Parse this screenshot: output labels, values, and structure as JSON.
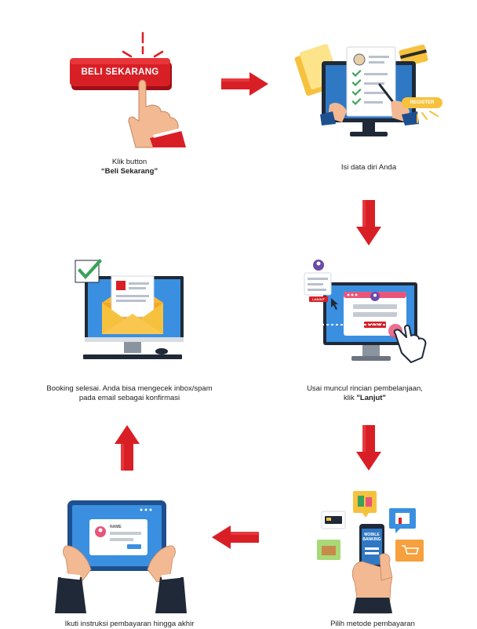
{
  "steps": [
    {
      "caption_line1": "Klik button",
      "caption_bold": "“Beli Sekarang”",
      "button_text": "BELI SEKARANG"
    },
    {
      "caption_line1": "Isi data diri Anda",
      "register_text": "REGISTER"
    },
    {
      "caption_line1": "Usai muncul rincian pembelanjaan,",
      "caption_line2_prefix": "klik ",
      "caption_bold": "\"Lanjut\"",
      "lanjut_text": "LANJUT",
      "lanjut_tab_text": "LANJUT"
    },
    {
      "caption_line1": "Pilih metode pembayaran",
      "mobile_banking_text": "MOBILE BANKING"
    },
    {
      "caption_line1": "Ikuti instruksi pembayaran hingga akhir",
      "name_label": "NAME"
    },
    {
      "caption_line1": "Booking selesai. Anda bisa mengecek inbox/spam",
      "caption_line2": "pada email sebagai konfirmasi"
    }
  ],
  "colors": {
    "arrow_red": "#d91f26",
    "monitor_blue": "#1e4f8f",
    "screen_blue": "#2f78c4",
    "dark": "#1f2937",
    "accent_yellow": "#f6c23e",
    "skin": "#f2b992"
  },
  "arrows": [
    {
      "id": "step1-to-step2",
      "direction": "right"
    },
    {
      "id": "step2-to-step3",
      "direction": "down"
    },
    {
      "id": "step3-to-step4",
      "direction": "down"
    },
    {
      "id": "step4-to-step5",
      "direction": "left"
    },
    {
      "id": "step5-to-step6",
      "direction": "up"
    }
  ]
}
